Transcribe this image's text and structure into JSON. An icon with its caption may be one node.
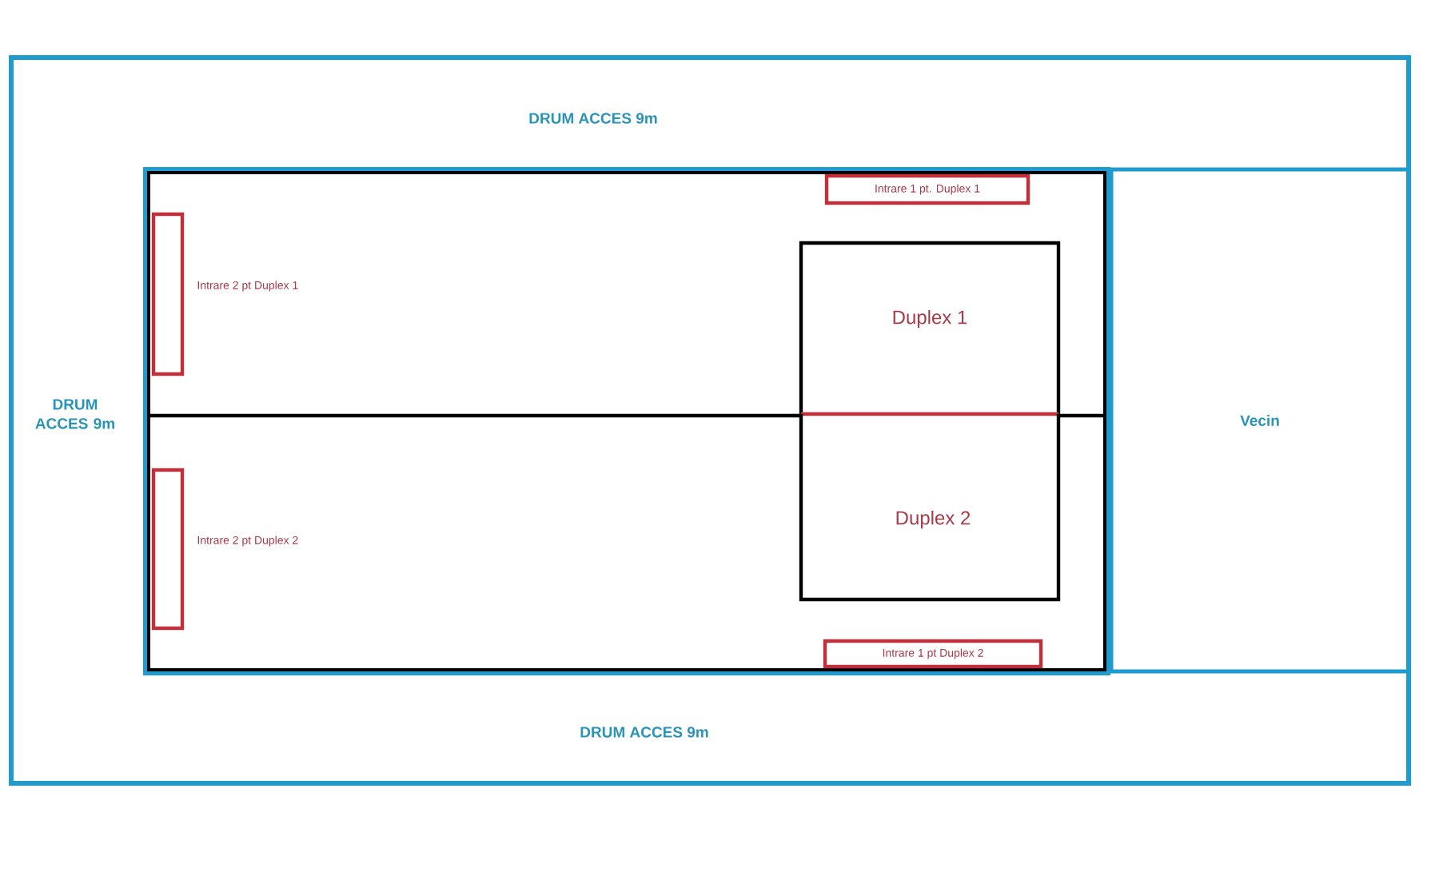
{
  "diagram": {
    "nodes": [
      {
        "text": [
          "DRUM ACCES 9m",
          "DRUM ACCES 9m",
          "DRUM ACCES 9m"
        ]
      },
      {
        "text": [],
        "shape": "box",
        "in": 0
      },
      {
        "text": [
          "Vecin"
        ],
        "in": 0
      },
      {
        "text": [
          "Intrare 1 pt. Duplex 1"
        ],
        "in": 1
      },
      {
        "text": [
          "Intrare 2 pt Duplex 1"
        ],
        "in": 1
      },
      {
        "text": [
          "Duplex 1"
        ],
        "in": 1
      },
      {
        "text": [
          "Intrare 2 pt Duplex 2"
        ],
        "in": 1
      },
      {
        "text": [
          "Duplex 2"
        ],
        "in": 1
      },
      {
        "text": [
          "Intrare 1 pt Duplex 2"
        ],
        "in": 1
      }
    ],
    "edges": []
  }
}
